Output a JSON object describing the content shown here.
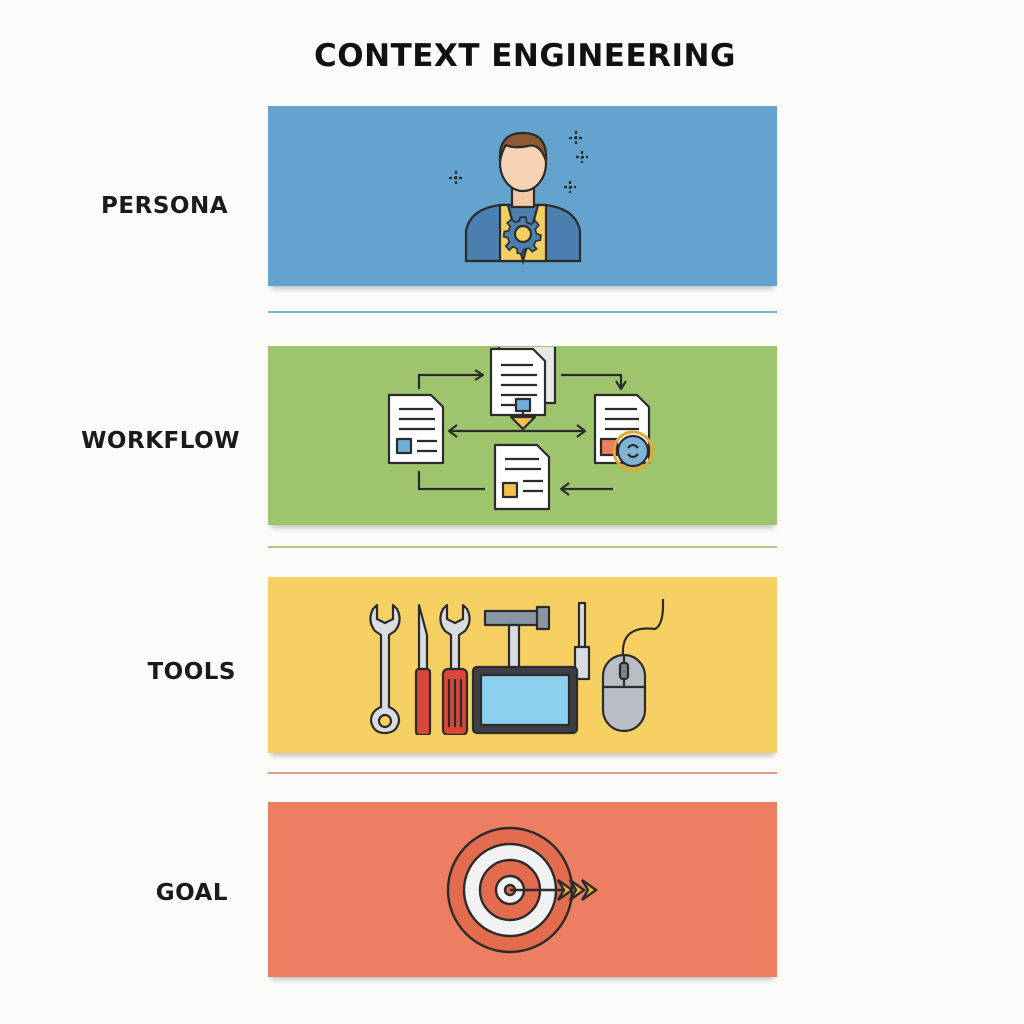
{
  "title": "CONTEXT ENGINEERING",
  "sections": [
    {
      "label": "PERSONA",
      "icon": "persona-gear-icon",
      "color": "#64a3cd"
    },
    {
      "label": "WORKFLOW",
      "icon": "workflow-documents-icon",
      "color": "#9ec56d"
    },
    {
      "label": "TOOLS",
      "icon": "tools-set-icon",
      "color": "#f7d063"
    },
    {
      "label": "GOAL",
      "icon": "target-arrow-icon",
      "color": "#ec7f62"
    }
  ]
}
